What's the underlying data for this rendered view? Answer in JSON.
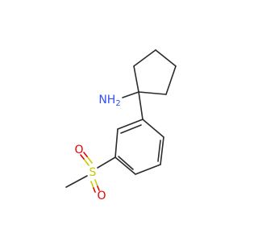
{
  "molecule": {
    "atoms": {
      "amine": {
        "text": "NH",
        "subscript": "2",
        "color": "#3050f8"
      },
      "sulfur": {
        "text": "S",
        "color": "#c8c800"
      },
      "oxygen_top": {
        "text": "O",
        "color": "#e60000"
      },
      "oxygen_bottom": {
        "text": "O",
        "color": "#e60000"
      }
    },
    "bond_color": "#2b2b2b"
  }
}
